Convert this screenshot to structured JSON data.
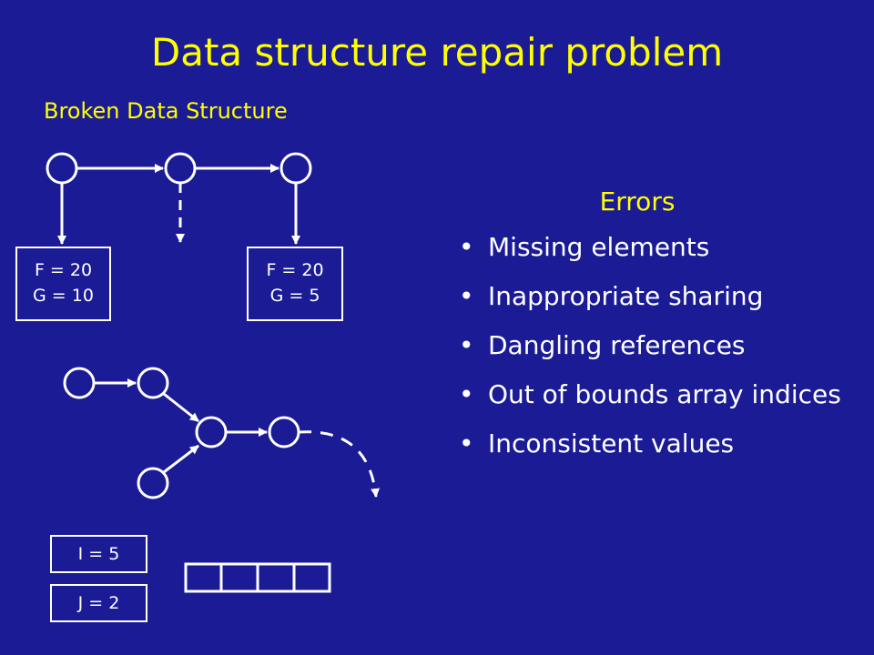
{
  "title": "Data structure repair problem",
  "subtitle": "Broken Data Structure",
  "record_left": {
    "f": "F = 20",
    "g": "G = 10"
  },
  "record_right": {
    "f": "F = 20",
    "g": "G = 5"
  },
  "var_i": "I = 5",
  "var_j": "J = 2",
  "errors": {
    "heading": "Errors",
    "items": [
      "Missing elements",
      "Inappropriate sharing",
      "Dangling references",
      "Out of bounds array indices",
      "Inconsistent values"
    ]
  },
  "colors": {
    "background": "#1b1b96",
    "heading": "#ffff00",
    "text": "#ffffff"
  }
}
